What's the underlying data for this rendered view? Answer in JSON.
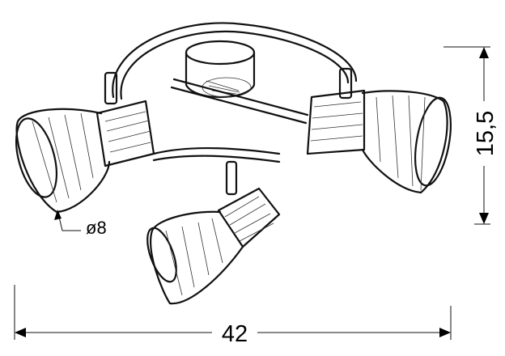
{
  "dimensions": {
    "width": "42",
    "height": "15,5",
    "shade_diameter": "ø8"
  },
  "colors": {
    "ink": "#111111",
    "background": "#ffffff"
  }
}
